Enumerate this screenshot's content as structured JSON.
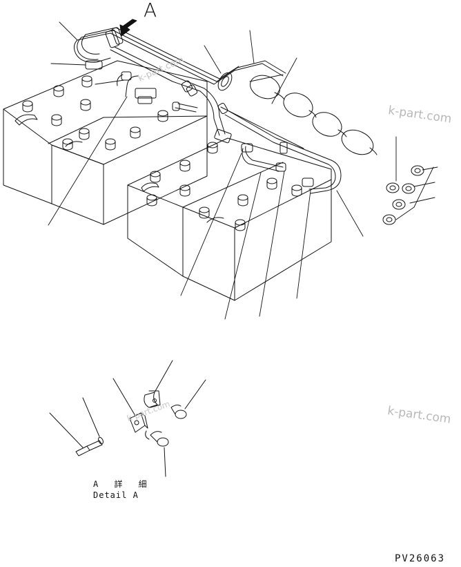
{
  "view_label": "A",
  "detail_caption_jp": "A 詳 細",
  "detail_caption_en": "Detail A",
  "drawing_number": "PV26063",
  "watermark": "k-part.com",
  "colors": {
    "line": "#111111",
    "watermark": "#b8b8b8",
    "background": "#ffffff"
  }
}
